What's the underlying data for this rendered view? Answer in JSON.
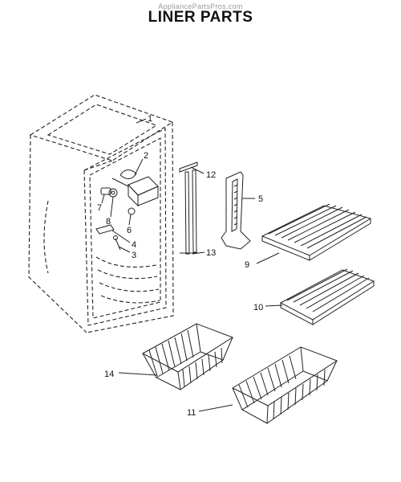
{
  "watermark": "AppliancePartsPros.com",
  "title": "LINER PARTS",
  "callouts": {
    "c1": "1",
    "c2": "2",
    "c3": "3",
    "c4": "4",
    "c5": "5",
    "c6": "6",
    "c7": "7",
    "c8": "8",
    "c9": "9",
    "c10": "10",
    "c11": "11",
    "c12": "12",
    "c13": "13",
    "c14": "14"
  }
}
